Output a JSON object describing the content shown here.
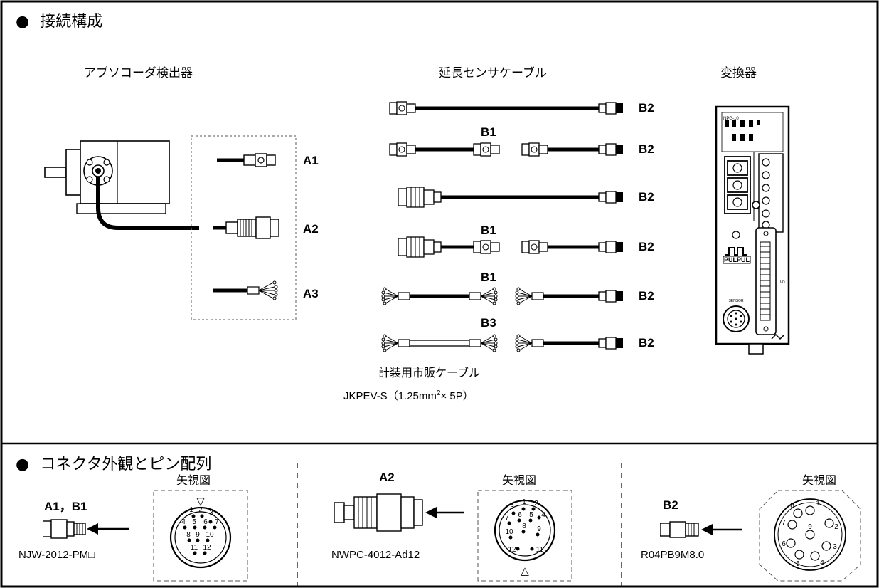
{
  "sections": {
    "s1": {
      "bullet": "●",
      "title": "接続構成"
    },
    "s2": {
      "bullet": "●",
      "title": "コネクタ外観とピン配列"
    }
  },
  "columns": {
    "detector": "アブソコーダ検出器",
    "extension": "延長センサケーブル",
    "converter": "変換器"
  },
  "labels": {
    "a1": "A1",
    "a2": "A2",
    "a3": "A3",
    "b1": "B1",
    "b2": "B2",
    "b3": "B3"
  },
  "cable_note": {
    "line1": "計装用市販ケーブル",
    "line2_prefix": "JKPEV-S（1.25mm",
    "line2_sup": "2",
    "line2_suffix": "× 5P）"
  },
  "converter_panel": {
    "model": "NPG-10",
    "brand": "PULPUL",
    "port_label": "SENSOR",
    "io_label": "I/O"
  },
  "connectors": [
    {
      "view": "矢視図",
      "label": "A1，B1",
      "model": "NJW-2012-PM□",
      "pins": [
        "1",
        "2",
        "3",
        "4",
        "5",
        "6",
        "7",
        "8",
        "9",
        "10",
        "11",
        "12"
      ],
      "marker": "▽"
    },
    {
      "view": "矢視図",
      "label": "A2",
      "model": "NWPC-4012-Ad12",
      "pins": [
        "1",
        "2",
        "3",
        "4",
        "5",
        "6",
        "7",
        "8",
        "9",
        "10",
        "11",
        "12"
      ],
      "marker": "△"
    },
    {
      "view": "矢視図",
      "label": "B2",
      "model": "R04PB9M8.0",
      "pins": [
        "1",
        "2",
        "3",
        "4",
        "5",
        "6",
        "7",
        "8",
        "9"
      ]
    }
  ]
}
